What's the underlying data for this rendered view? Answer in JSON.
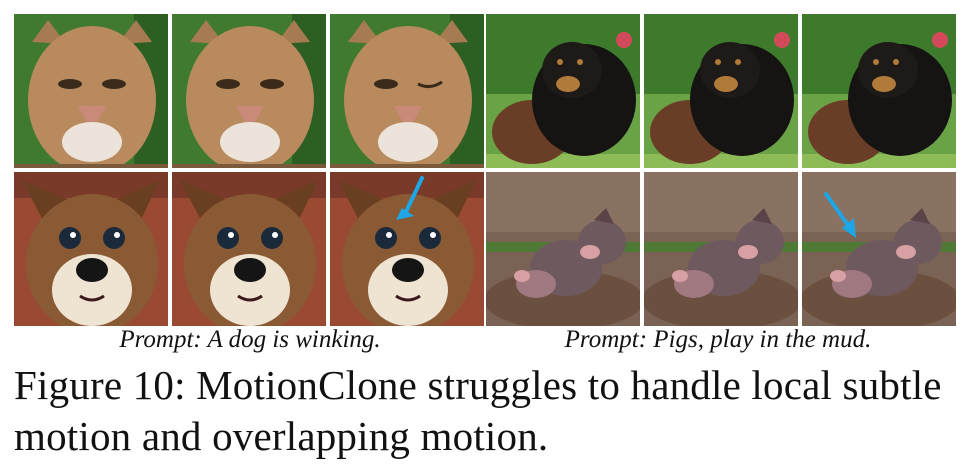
{
  "figure": {
    "left_example": {
      "prompt": "Prompt: A dog is winking.",
      "rows": [
        {
          "subject": "cougar face",
          "frames": 3
        },
        {
          "subject": "corgi-like dog face",
          "frames": 3,
          "arrow_frame": 3
        }
      ]
    },
    "right_example": {
      "prompt": "Prompt: Pigs, play in the mud.",
      "rows": [
        {
          "subject": "black and tan puppy with brown puppy on grass",
          "frames": 3
        },
        {
          "subject": "pigs playing in mud",
          "frames": 3,
          "arrow_frame": 3
        }
      ]
    },
    "caption": "Figure 10: MotionClone struggles to handle local subtle motion and overlapping motion.",
    "colors": {
      "arrow": "#1ea7e6",
      "cougar_fur": "#b88a5e",
      "dog_fur": "#8a5a34",
      "grass": "#5f9b3a",
      "mud": "#6b5040",
      "pig": "#6e5a5e"
    }
  }
}
